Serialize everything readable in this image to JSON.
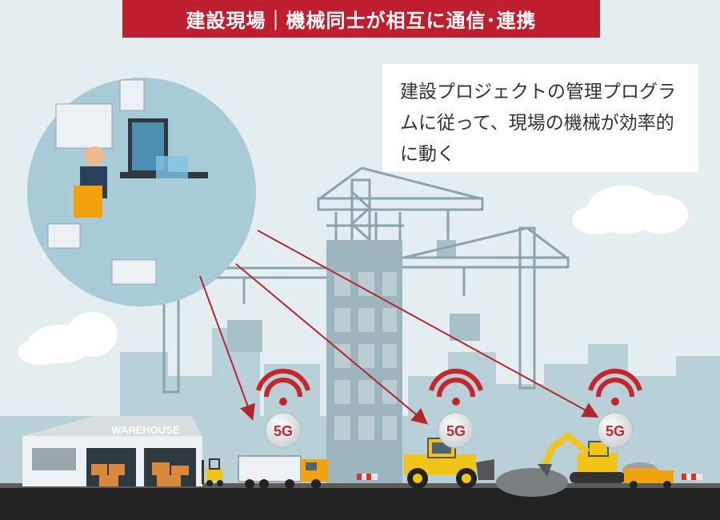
{
  "header": {
    "title": "建設現場｜機械同士が相互に通信･連携"
  },
  "note": {
    "text": "建設プロジェクトの管理プログラムに従って、現場の機械が効率的に動く"
  },
  "warehouse": {
    "label": "WAREHOUSE"
  },
  "network_badges": [
    {
      "label": "5G"
    },
    {
      "label": "5G"
    },
    {
      "label": "5G"
    }
  ],
  "colors": {
    "title_bg": "#bf1e2e",
    "arrow": "#b5262c",
    "sky": "#e4eef1",
    "city": "#b7cfd6",
    "machine_yellow": "#f2c318"
  }
}
